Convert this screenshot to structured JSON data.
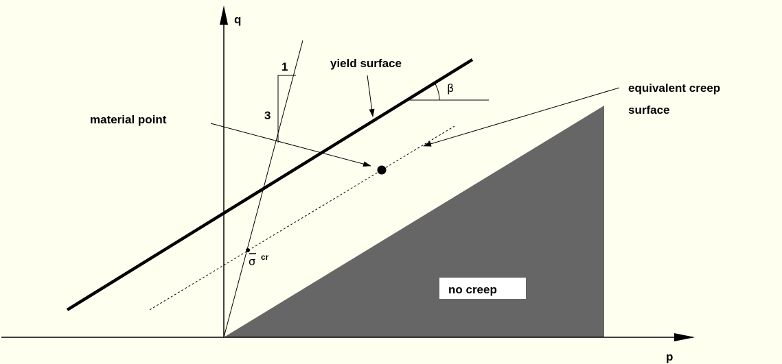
{
  "axes": {
    "x_label": "p",
    "y_label": "q"
  },
  "labels": {
    "yield_surface": "yield surface",
    "equivalent_creep_line1": "equivalent creep",
    "equivalent_creep_line2": "surface",
    "material_point": "material point",
    "slope_run": "1",
    "slope_rise": "3",
    "angle": "β",
    "sigma_symbol": "σ",
    "sigma_superscript": "cr",
    "no_creep": "no creep"
  },
  "colors": {
    "background": "#fffff0",
    "no_creep_region": "#666666",
    "lines": "#000000",
    "label_box": "#ffffff"
  }
}
